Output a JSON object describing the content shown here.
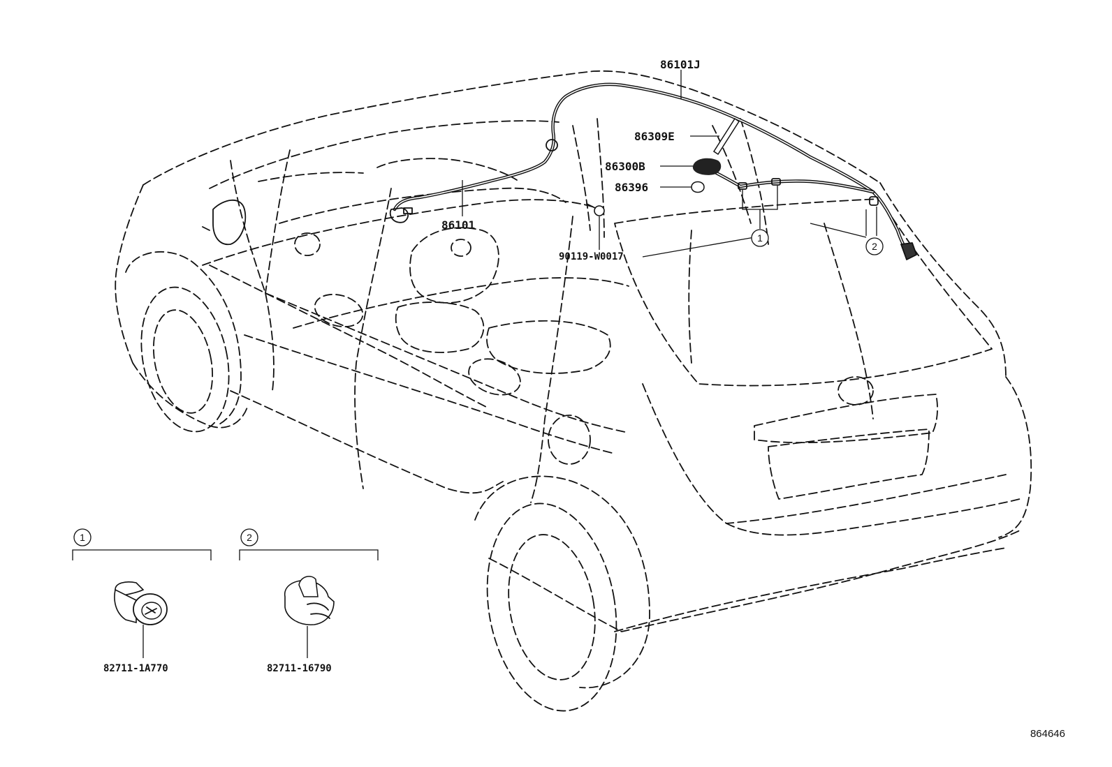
{
  "labels": {
    "cord_roof": "86101J",
    "antenna_pole": "86309E",
    "antenna_base": "86300B",
    "pad": "86396",
    "cord_front": "86101",
    "screw": "90119-W0017"
  },
  "callouts": {
    "one": "1",
    "two": "2"
  },
  "detail_panels": [
    {
      "marker": "1",
      "part_number": "82711-1A770"
    },
    {
      "marker": "2",
      "part_number": "82711-16790"
    }
  ],
  "diagram_code": "864646"
}
